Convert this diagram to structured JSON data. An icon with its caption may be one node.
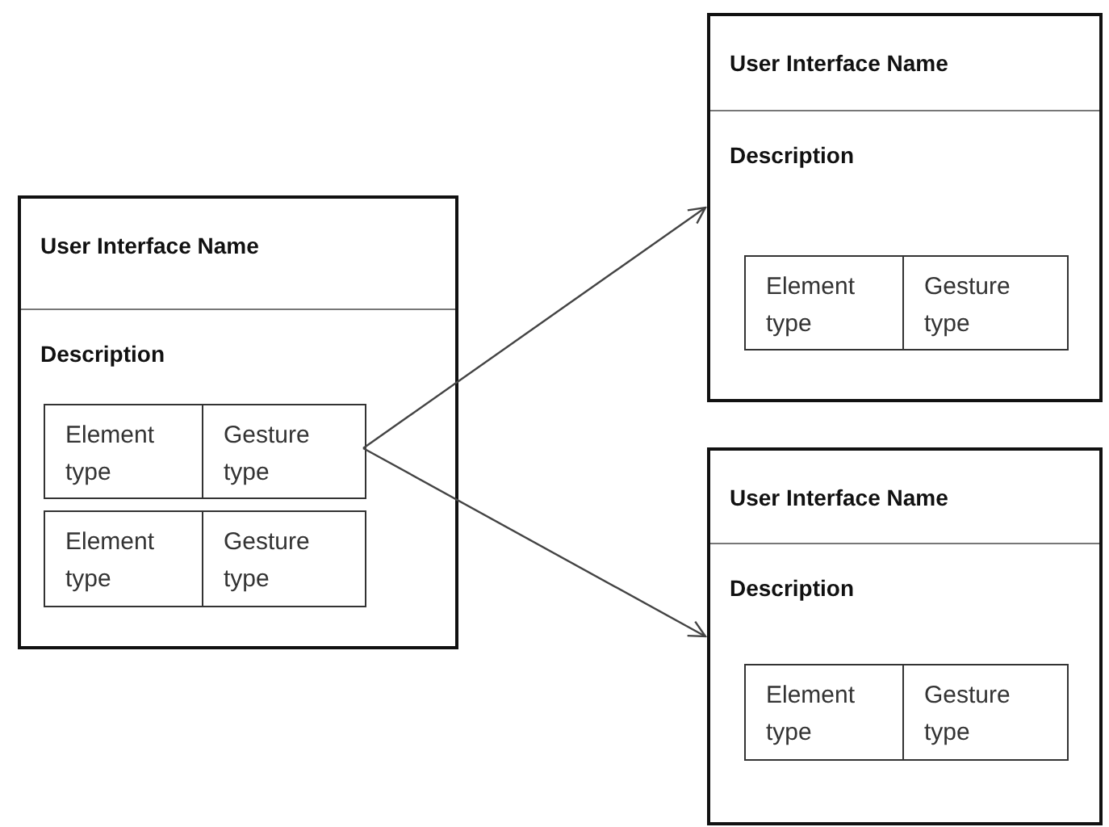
{
  "diagram": {
    "nodes": [
      {
        "text": [
          "User Interface Name",
          "Description"
        ]
      },
      {
        "text": [],
        "shape": "box",
        "in": 0
      },
      {
        "text": [
          "Element type"
        ],
        "in": 1
      },
      {
        "text": [
          "Gesture type"
        ],
        "in": 1
      },
      {
        "text": [],
        "shape": "box",
        "in": 0
      },
      {
        "text": [
          "Element type"
        ],
        "in": 4
      },
      {
        "text": [
          "Gesture type"
        ],
        "in": 4
      },
      {
        "text": [
          "User Interface Name",
          "Description"
        ]
      },
      {
        "text": [],
        "shape": "box",
        "in": 7
      },
      {
        "text": [
          "Element type"
        ],
        "in": 8
      },
      {
        "text": [
          "Gesture type"
        ],
        "in": 8
      },
      {
        "text": [
          "User Interface Name",
          "Description"
        ]
      },
      {
        "text": [],
        "shape": "box",
        "in": 11
      },
      {
        "text": [
          "Element type"
        ],
        "in": 12
      },
      {
        "text": [
          "Gesture type"
        ],
        "in": 12
      }
    ],
    "edges": [
      {
        "from": 1,
        "to": 7,
        "arrow": "to"
      },
      {
        "from": 1,
        "to": 11,
        "arrow": "to"
      }
    ]
  }
}
